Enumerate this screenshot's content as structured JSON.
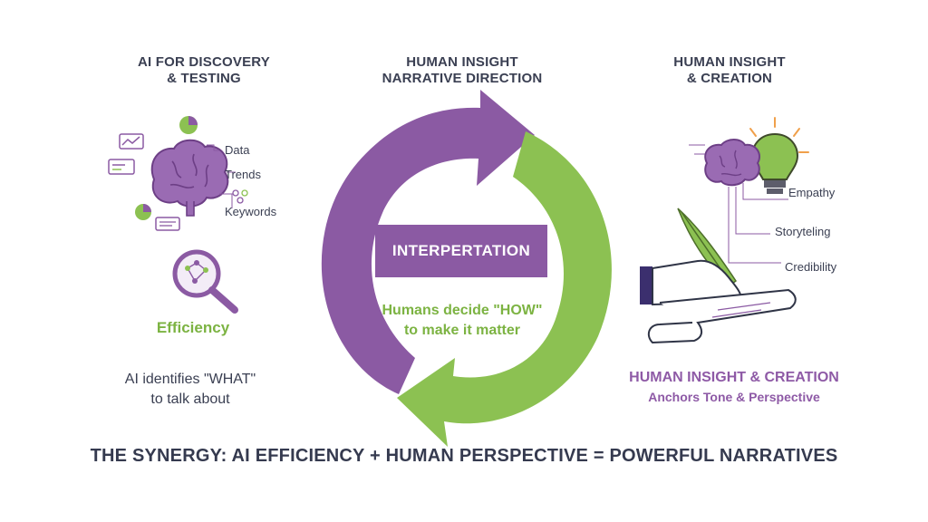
{
  "left": {
    "title_line1": "AI FOR DISCOVERY",
    "title_line2": "& TESTING",
    "labels": [
      "Data",
      "Trends",
      "Keywords"
    ],
    "efficiency": "Efficiency",
    "note_line1": "AI identifies \"WHAT\"",
    "note_line2": "to talk about"
  },
  "center": {
    "title_line1": "HUMAN INSIGHT",
    "title_line2": "NARRATIVE DIRECTION",
    "box_label": "INTERPERTATION",
    "note_line1": "Humans decide \"HOW\"",
    "note_line2": "to make it matter"
  },
  "right": {
    "title_line1": "HUMAN INSIGHT",
    "title_line2": "& CREATION",
    "labels": [
      "Empathy",
      "Storyteling",
      "Credibility"
    ],
    "caption_line1": "HUMAN INSIGHT & CREATION",
    "caption_line2": "Anchors Tone & Perspective"
  },
  "footer": {
    "synergy": "THE SYNERGY: AI EFFICIENCY + HUMAN PERSPECTIVE = POWERFUL NARRATIVES"
  },
  "colors": {
    "purple": "#8b5aa3",
    "green": "#8cc152",
    "text": "#353a4f"
  },
  "icons": [
    "brain-icon",
    "pie-chart-icon",
    "line-chart-icon",
    "magnifier-icon",
    "lightbulb-icon",
    "quill-icon",
    "hand-icon",
    "scroll-icon",
    "cycle-arrow-icon"
  ]
}
